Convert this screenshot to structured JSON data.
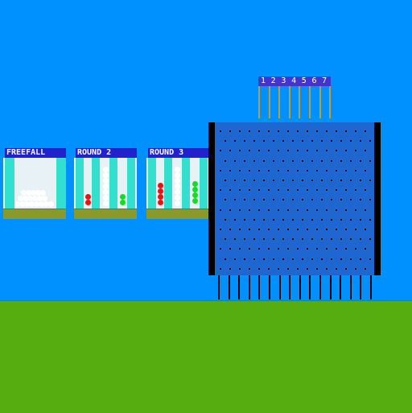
{
  "panels": [
    {
      "title": "FREEFALL"
    },
    {
      "title": "ROUND 2"
    },
    {
      "title": "ROUND 3"
    }
  ],
  "slots": [
    "1",
    "2",
    "3",
    "4",
    "5",
    "6",
    "7"
  ],
  "colors": {
    "sky": "#0091ff",
    "ground": "#55ad10",
    "board": "#1e66d0",
    "title_bg": "#2222cc",
    "red": "#ee1111",
    "green": "#11dd22",
    "white": "#ffffff"
  }
}
